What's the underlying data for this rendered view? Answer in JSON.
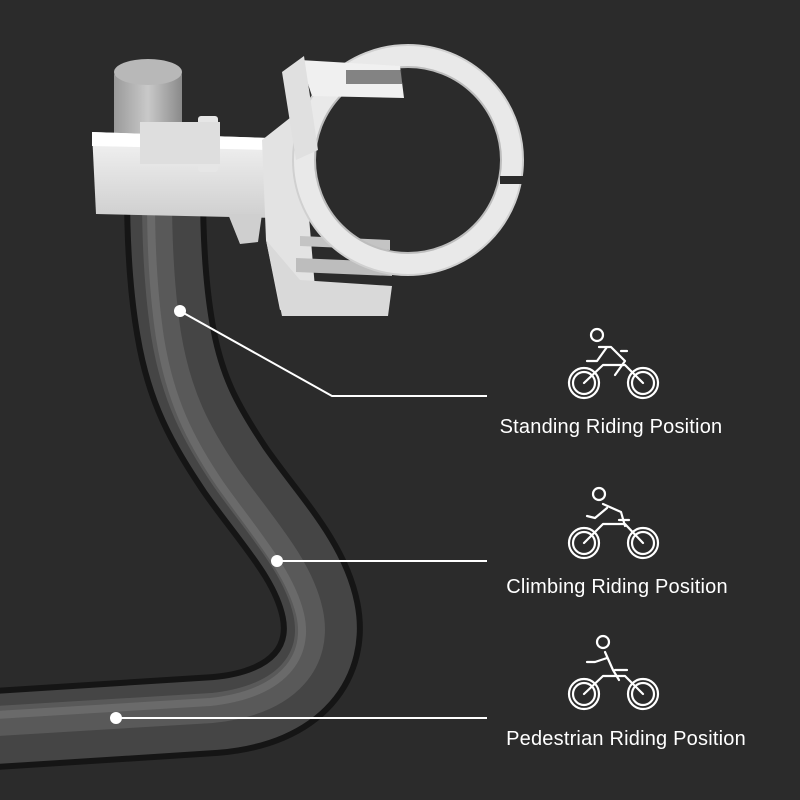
{
  "background_color": "#2b2b2b",
  "accent_color": "#ffffff",
  "callouts": [
    {
      "label": "Standing Riding Position",
      "icon": "standing-cyclist-icon"
    },
    {
      "label": "Climbing Riding Position",
      "icon": "climbing-cyclist-icon"
    },
    {
      "label": "Pedestrian Riding Position",
      "icon": "pedestrian-cyclist-icon"
    }
  ]
}
